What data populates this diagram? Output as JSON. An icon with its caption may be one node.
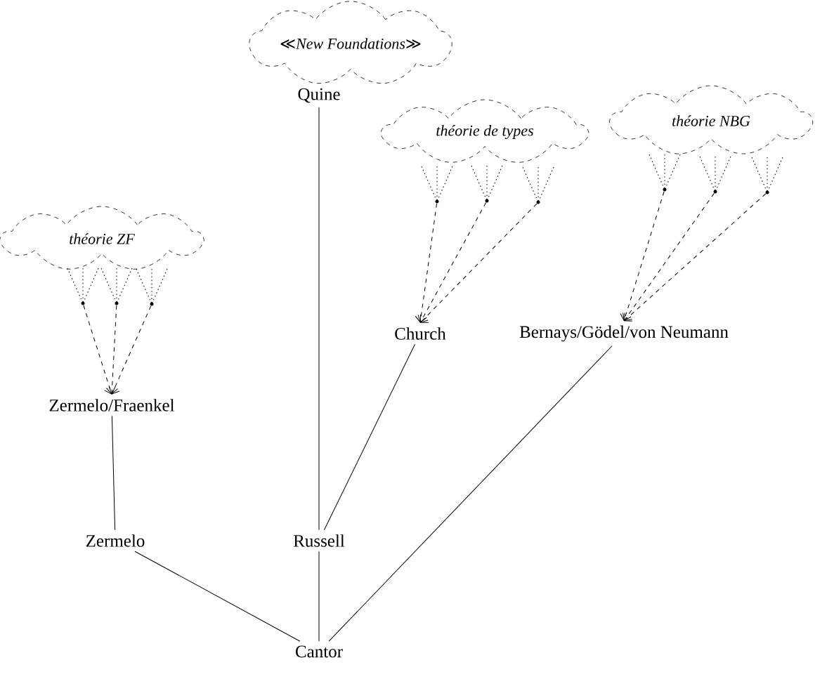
{
  "diagram": {
    "nodes": [
      {
        "text": [
          "≪New Foundations≫"
        ]
      },
      {
        "text": [
          "Quine"
        ]
      },
      {
        "text": [
          "théorie de types"
        ]
      },
      {
        "text": [
          "théorie NBG"
        ]
      },
      {
        "text": [
          "théorie ZF"
        ]
      },
      {
        "text": [],
        "shape": "circle"
      },
      {
        "text": [],
        "shape": "circle"
      },
      {
        "text": [],
        "shape": "circle"
      },
      {
        "text": [],
        "shape": "circle"
      },
      {
        "text": [],
        "shape": "circle"
      },
      {
        "text": [],
        "shape": "circle"
      },
      {
        "text": [],
        "shape": "circle"
      },
      {
        "text": [],
        "shape": "circle"
      },
      {
        "text": [],
        "shape": "circle"
      },
      {
        "text": [
          "Church"
        ]
      },
      {
        "text": [
          "Bernays/Gödel/von Neumann"
        ]
      },
      {
        "text": [
          "Zermelo/Fraenkel"
        ]
      },
      {
        "text": [
          "Zermelo"
        ]
      },
      {
        "text": [
          "Russell"
        ]
      },
      {
        "text": [
          "Cantor"
        ]
      }
    ],
    "edges": [
      {
        "from": 2,
        "to": 5,
        "arrow": "none",
        "style": "dashed"
      },
      {
        "from": 2,
        "to": 6,
        "arrow": "none",
        "style": "dashed"
      },
      {
        "from": 2,
        "to": 7,
        "arrow": "none",
        "style": "dashed"
      },
      {
        "from": 3,
        "to": 8,
        "arrow": "none",
        "style": "dashed"
      },
      {
        "from": 3,
        "to": 9,
        "arrow": "none",
        "style": "dashed"
      },
      {
        "from": 3,
        "to": 10,
        "arrow": "none",
        "style": "dashed"
      },
      {
        "from": 4,
        "to": 11,
        "arrow": "none",
        "style": "dashed"
      },
      {
        "from": 4,
        "to": 12,
        "arrow": "none",
        "style": "dashed"
      },
      {
        "from": 4,
        "to": 13,
        "arrow": "none",
        "style": "dashed"
      },
      {
        "from": 5,
        "to": 14,
        "arrow": "to",
        "style": "dashed"
      },
      {
        "from": 6,
        "to": 14,
        "arrow": "to",
        "style": "dashed"
      },
      {
        "from": 7,
        "to": 14,
        "arrow": "to",
        "style": "dashed"
      },
      {
        "from": 8,
        "to": 15,
        "arrow": "to",
        "style": "dashed"
      },
      {
        "from": 9,
        "to": 15,
        "arrow": "to",
        "style": "dashed"
      },
      {
        "from": 10,
        "to": 15,
        "arrow": "to",
        "style": "dashed"
      },
      {
        "from": 11,
        "to": 16,
        "arrow": "to",
        "style": "dashed"
      },
      {
        "from": 12,
        "to": 16,
        "arrow": "to",
        "style": "dashed"
      },
      {
        "from": 13,
        "to": 16,
        "arrow": "to",
        "style": "dashed"
      },
      {
        "from": 18,
        "to": 1,
        "arrow": "none"
      },
      {
        "from": 18,
        "to": 14,
        "arrow": "none"
      },
      {
        "from": 17,
        "to": 16,
        "arrow": "none"
      },
      {
        "from": 19,
        "to": 17,
        "arrow": "none"
      },
      {
        "from": 19,
        "to": 18,
        "arrow": "none"
      },
      {
        "from": 19,
        "to": 15,
        "arrow": "none"
      }
    ]
  }
}
